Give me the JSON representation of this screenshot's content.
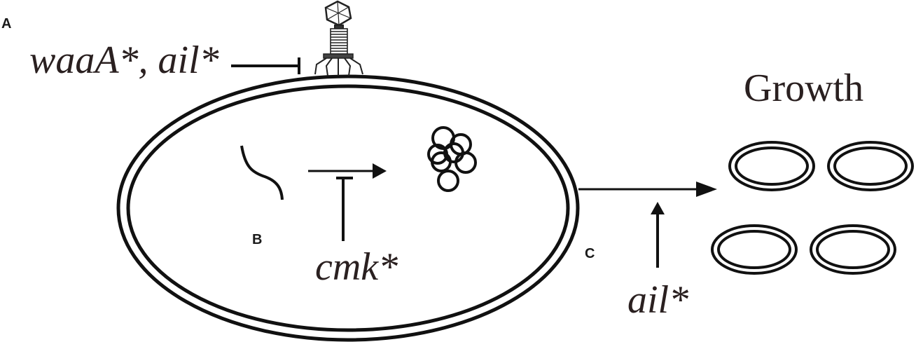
{
  "labels": {
    "panel_a": "A",
    "panel_b": "B",
    "panel_c": "C"
  },
  "genes": {
    "phage_block": "waaA*, ail*",
    "replication_block": "cmk*",
    "growth_promoter": "ail*"
  },
  "outcome": {
    "growth": "Growth"
  },
  "icons": {
    "phage": "bacteriophage-icon",
    "dna": "phage-dna-icon",
    "progeny": "progeny-phage-cluster-icon",
    "daughter_cells": "daughter-cell-icon"
  },
  "colors": {
    "line": "#111111",
    "text": "#2a2020"
  }
}
